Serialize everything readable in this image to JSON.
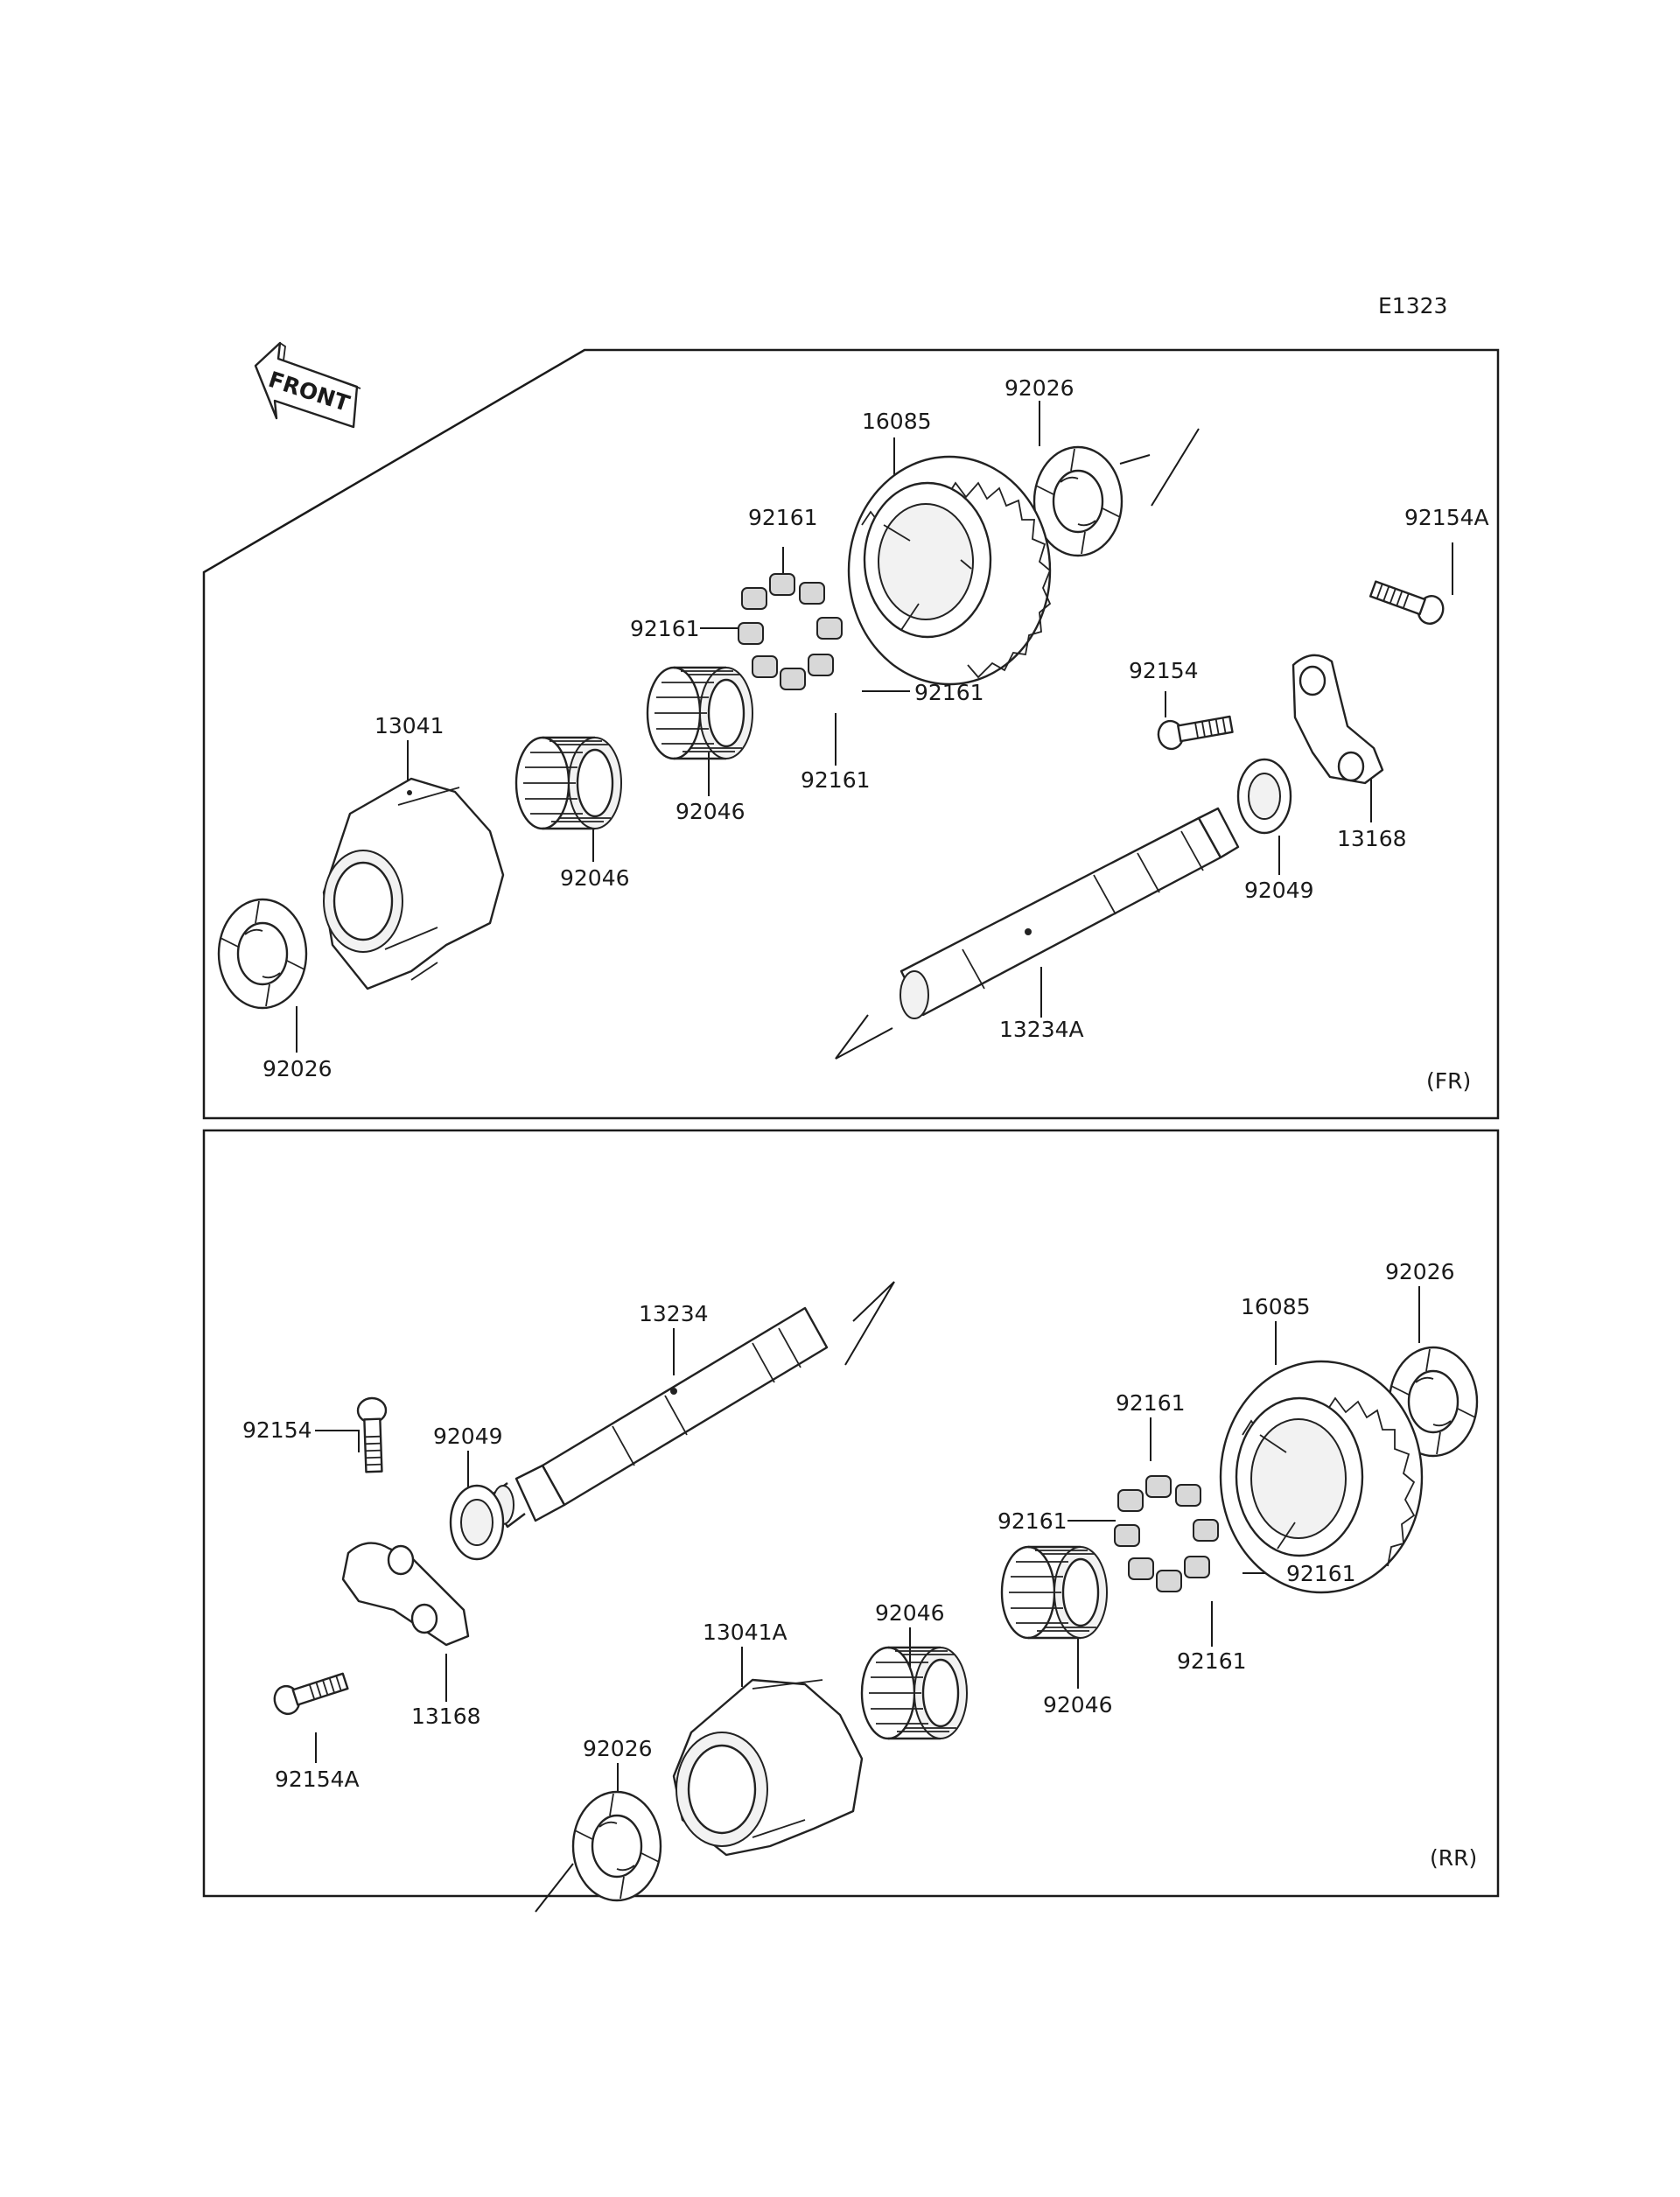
{
  "diagram_code": "E1323",
  "front_label": "FRONT",
  "panels": [
    {
      "id": "fr",
      "tag": "(FR)",
      "callouts": [
        {
          "id": "fr-92026-top",
          "text": "92026"
        },
        {
          "id": "fr-16085",
          "text": "16085"
        },
        {
          "id": "fr-92161-a",
          "text": "92161"
        },
        {
          "id": "fr-92161-b",
          "text": "92161"
        },
        {
          "id": "fr-92161-c",
          "text": "92161"
        },
        {
          "id": "fr-92161-d",
          "text": "92161"
        },
        {
          "id": "fr-92154a",
          "text": "92154A"
        },
        {
          "id": "fr-92154",
          "text": "92154"
        },
        {
          "id": "fr-13041",
          "text": "13041"
        },
        {
          "id": "fr-92046-a",
          "text": "92046"
        },
        {
          "id": "fr-92046-b",
          "text": "92046"
        },
        {
          "id": "fr-13168",
          "text": "13168"
        },
        {
          "id": "fr-92049",
          "text": "92049"
        },
        {
          "id": "fr-13234a",
          "text": "13234A"
        },
        {
          "id": "fr-92026-bot",
          "text": "92026"
        }
      ]
    },
    {
      "id": "rr",
      "tag": "(RR)",
      "callouts": [
        {
          "id": "rr-92026-top",
          "text": "92026"
        },
        {
          "id": "rr-16085",
          "text": "16085"
        },
        {
          "id": "rr-13234",
          "text": "13234"
        },
        {
          "id": "rr-92154",
          "text": "92154"
        },
        {
          "id": "rr-92049",
          "text": "92049"
        },
        {
          "id": "rr-92161-a",
          "text": "92161"
        },
        {
          "id": "rr-92161-b",
          "text": "92161"
        },
        {
          "id": "rr-92161-c",
          "text": "92161"
        },
        {
          "id": "rr-92161-d",
          "text": "92161"
        },
        {
          "id": "rr-92046-a",
          "text": "92046"
        },
        {
          "id": "rr-92046-b",
          "text": "92046"
        },
        {
          "id": "rr-13041a",
          "text": "13041A"
        },
        {
          "id": "rr-13168",
          "text": "13168"
        },
        {
          "id": "rr-92154a",
          "text": "92154A"
        },
        {
          "id": "rr-92026-bot",
          "text": "92026"
        }
      ]
    }
  ]
}
